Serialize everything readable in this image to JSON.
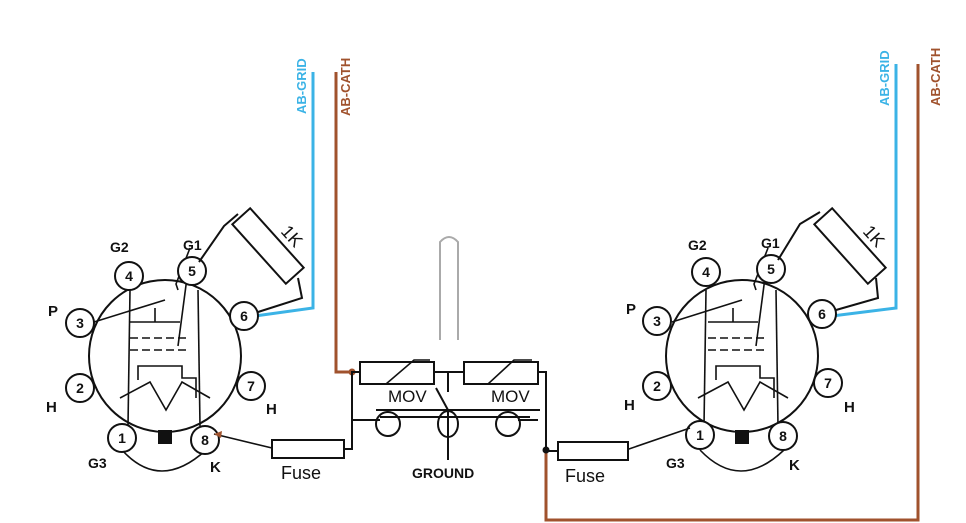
{
  "colors": {
    "grid_wire": "#3bb3e6",
    "cathode_wire": "#a0522d",
    "line": "#111111"
  },
  "buses": {
    "grid_label": "AB-GRID",
    "cathode_label": "AB-CATH"
  },
  "tube_left": {
    "pins": [
      {
        "num": "1",
        "label": "G3"
      },
      {
        "num": "2",
        "label": "H"
      },
      {
        "num": "3",
        "label": "P"
      },
      {
        "num": "4",
        "label": "G2"
      },
      {
        "num": "5",
        "label": "G1"
      },
      {
        "num": "6",
        "label": ""
      },
      {
        "num": "7",
        "label": "H"
      },
      {
        "num": "8",
        "label": "K"
      }
    ],
    "resistor_label": "1K",
    "fuse_label": "Fuse"
  },
  "tube_right": {
    "pins": [
      {
        "num": "1",
        "label": "G3"
      },
      {
        "num": "2",
        "label": "H"
      },
      {
        "num": "3",
        "label": "P"
      },
      {
        "num": "4",
        "label": "G2"
      },
      {
        "num": "5",
        "label": "G1"
      },
      {
        "num": "6",
        "label": ""
      },
      {
        "num": "7",
        "label": "H"
      },
      {
        "num": "8",
        "label": "K"
      }
    ],
    "resistor_label": "1K",
    "fuse_label": "Fuse"
  },
  "center": {
    "mov_left_label": "MOV",
    "mov_right_label": "MOV",
    "ground_label": "GROUND"
  }
}
